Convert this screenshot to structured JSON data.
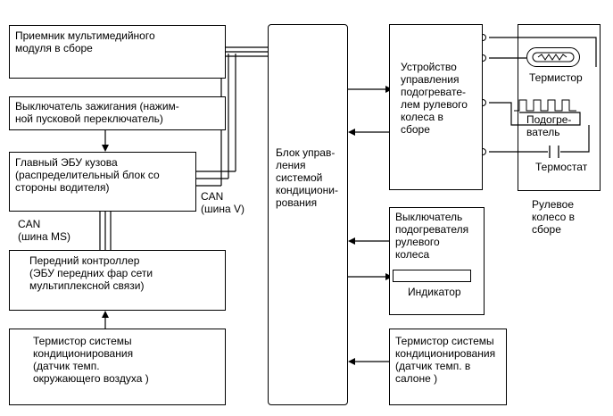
{
  "blocks": {
    "receiver": [
      "Приемник мультимедийного",
      "модуля в сборе"
    ],
    "ignition": [
      "Выключатель зажигания (нажим-",
      "ной пусковой переключатель)"
    ],
    "body_ecu": [
      "Главный ЭБУ кузова",
      "(распределительный блок со",
      "стороны водителя)"
    ],
    "front_controller": [
      "Передний контроллер",
      "(ЭБУ передних фар сети",
      "мультиплексной связи)"
    ],
    "ambient_thermistor": [
      "Термистор системы",
      "кондиционирования",
      "(датчик темп.",
      "окружающего воздуха )"
    ],
    "ac_ecu": [
      "Блок управ-",
      "ления",
      "системой",
      "кондициони-",
      "рования"
    ],
    "heater_control": [
      "Устройство",
      "управления",
      "подогревате-",
      "лем рулевого",
      "колеса в",
      "сборе"
    ],
    "heater_switch": [
      "Выключатель",
      "подогревателя",
      "рулевого",
      "колеса"
    ],
    "cabin_thermistor": [
      "Термистор системы",
      "кондиционирования",
      "(датчик темп. в",
      "салоне )"
    ]
  },
  "labels": {
    "can_v": [
      "CAN",
      "(шина V)"
    ],
    "can_ms": [
      "CAN",
      "(шина MS)"
    ],
    "thermistor": "Термистор",
    "heater": [
      "Подогре-",
      "ватель"
    ],
    "thermostat": "Термостат",
    "indicator": "Индикатор",
    "steering_wheel": [
      "Рулевое",
      "колесо в",
      "сборе"
    ]
  }
}
